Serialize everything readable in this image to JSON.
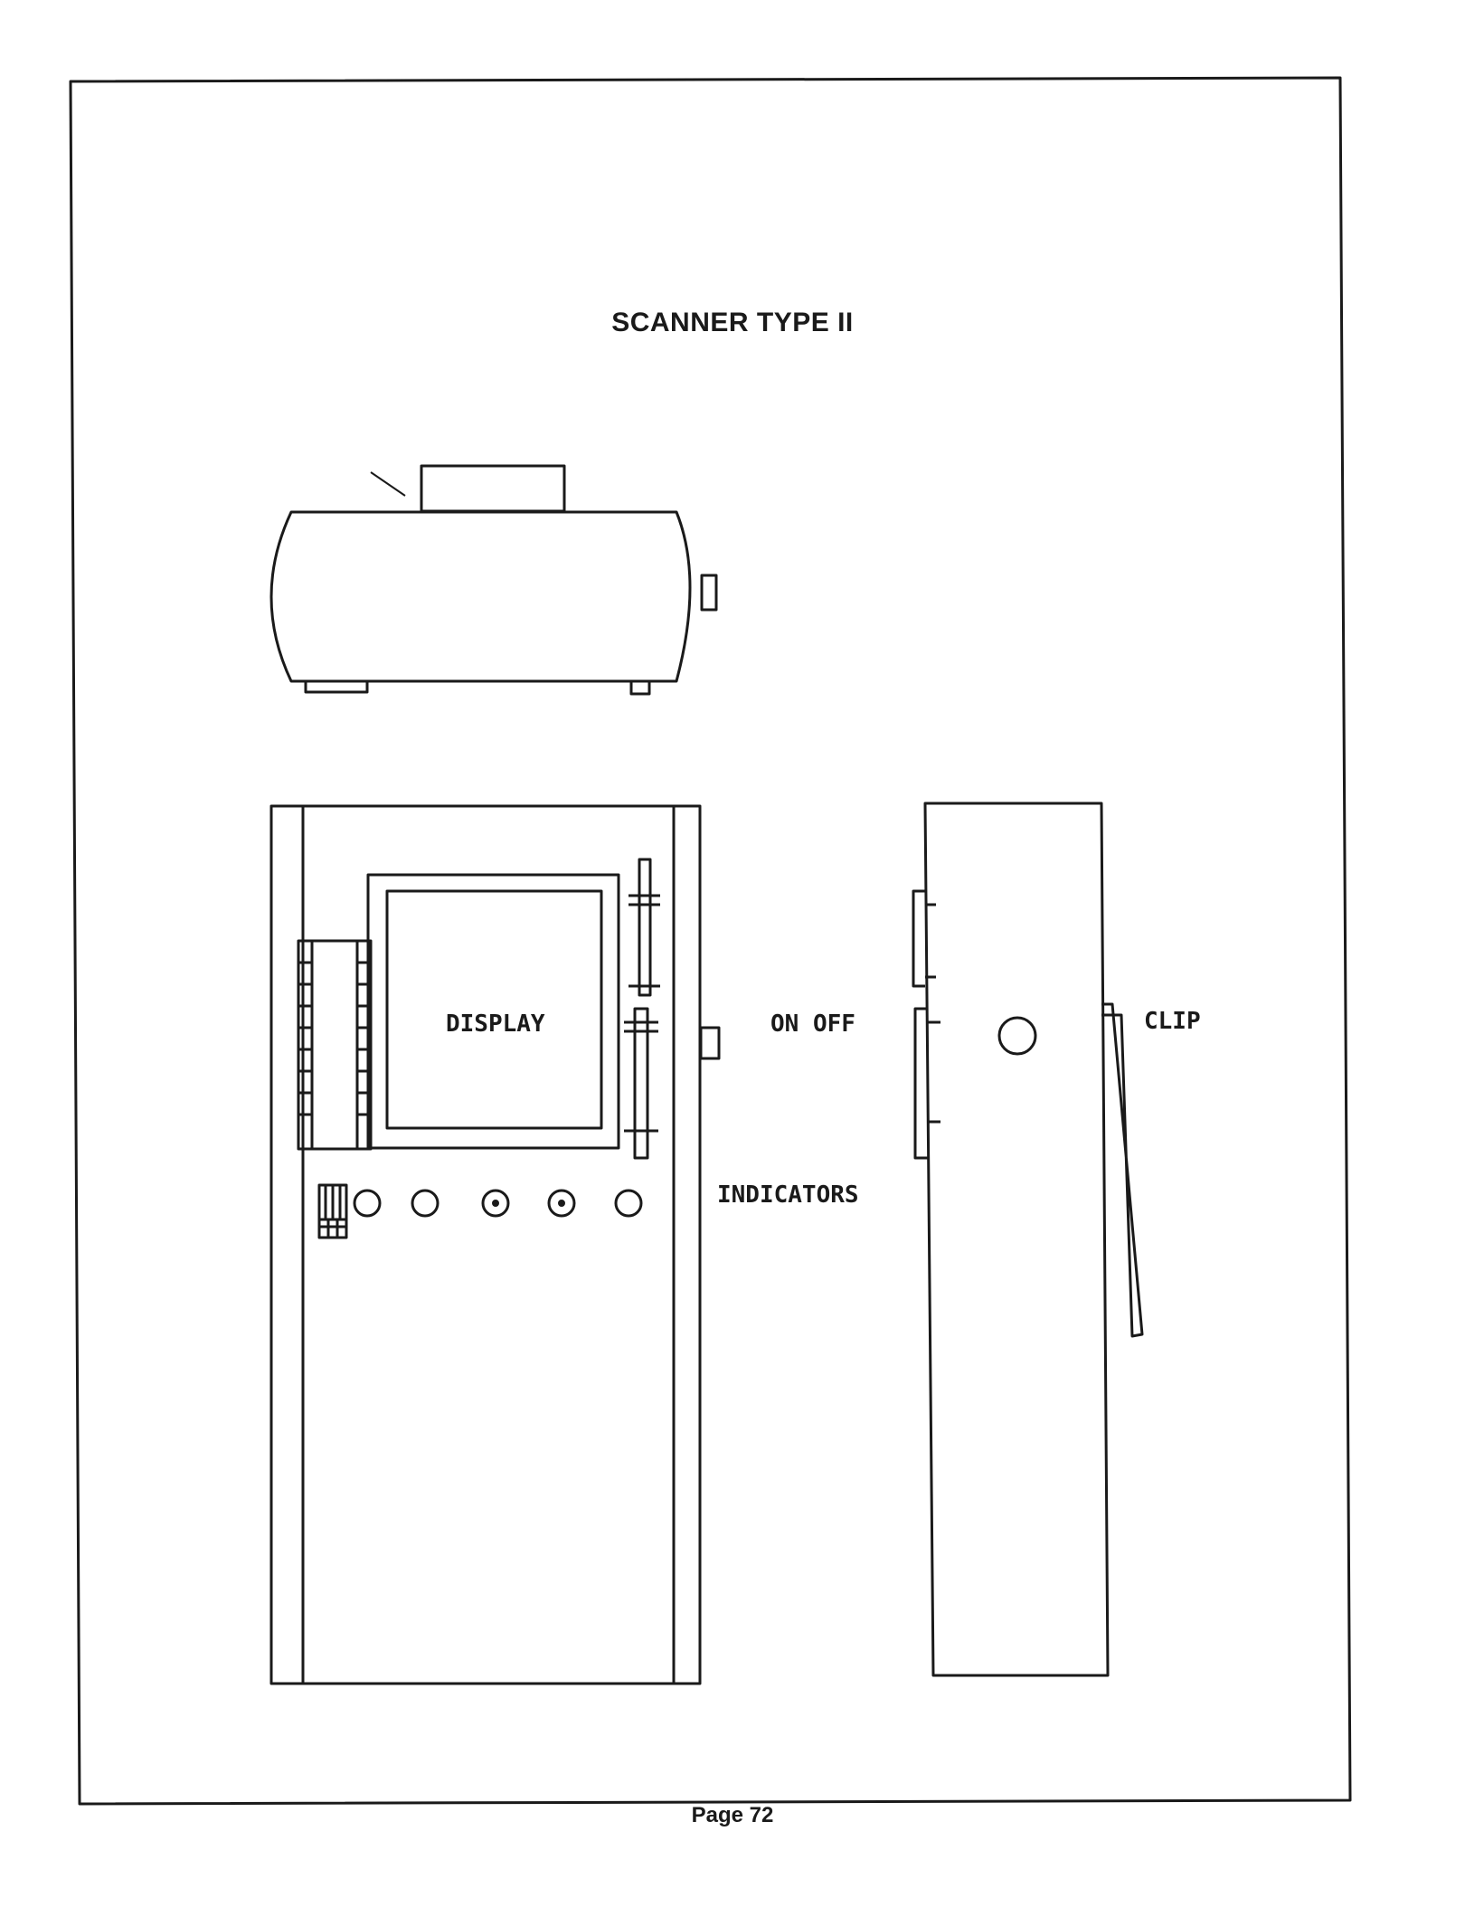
{
  "page": {
    "title": "SCANNER TYPE II",
    "footer": "Page 72"
  },
  "labels": {
    "display": "DISPLAY",
    "on_off": "ON OFF",
    "clip": "CLIP",
    "indicators": "INDICATORS"
  },
  "colors": {
    "ink": "#1a1a1a",
    "paper": "#ffffff"
  }
}
